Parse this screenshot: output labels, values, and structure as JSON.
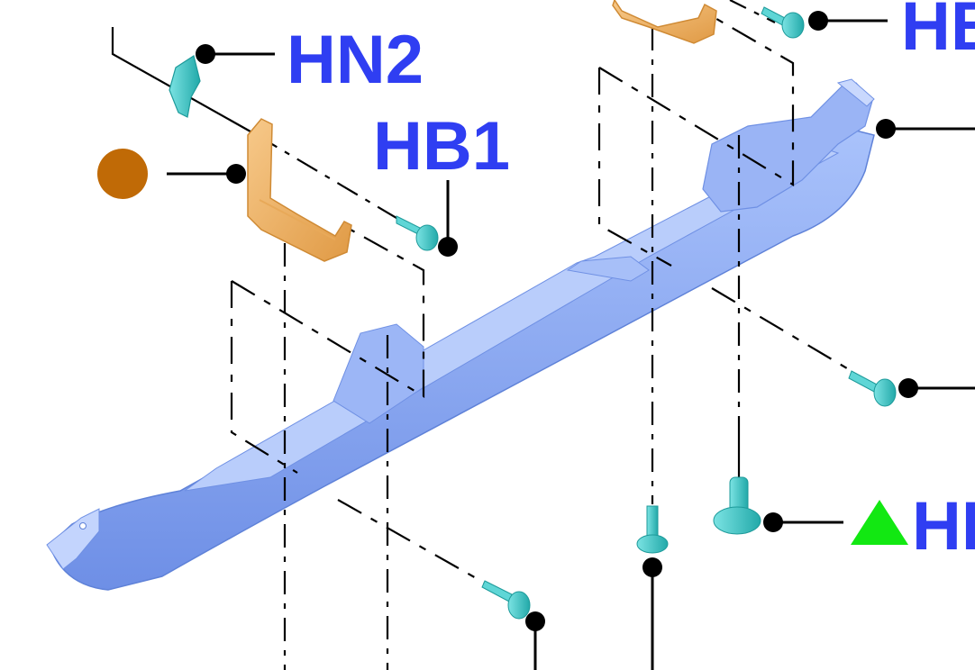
{
  "colors": {
    "beam": "#7ea0ef",
    "beam_dark": "#5f82d8",
    "beam_light": "#a9c2fb",
    "bracket": "#f0b66a",
    "bracket_dark": "#d9963f",
    "fastener": "#35c6c6",
    "fastener_dark": "#1d9a9a",
    "label_blue": "#2f3ef2",
    "label_green": "#12e812",
    "marker_orange": "#c06a06",
    "leader": "#000000"
  },
  "callouts": {
    "hn2": {
      "label": "HN2",
      "icon": "dot-leader"
    },
    "hb1": {
      "label": "HB1",
      "icon": "dot-leader"
    },
    "top_right": {
      "label": "HB",
      "icon": "dot-leader"
    },
    "bottom_right": {
      "label": "HI",
      "marker": "green-triangle",
      "icon": "dot-leader"
    }
  },
  "markers": {
    "orange_circle": "orange-circle-marker"
  }
}
